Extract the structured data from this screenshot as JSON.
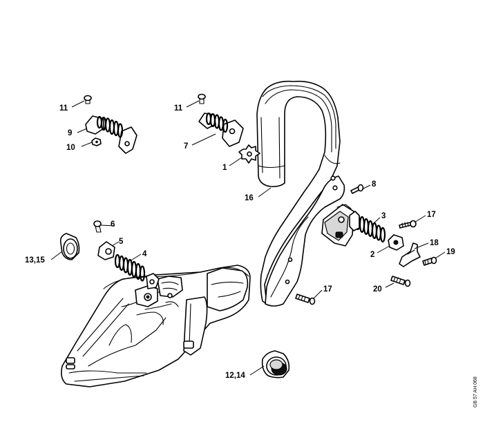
{
  "callouts": {
    "c1": "1",
    "c2": "2",
    "c3": "3",
    "c4": "4",
    "c5": "5",
    "c6": "6",
    "c7": "7",
    "c8": "8",
    "c9": "9",
    "c10": "10",
    "c11a": "11",
    "c11b": "11",
    "c1315": "13,15",
    "c1214": "12,14",
    "c16": "16",
    "c17a": "17",
    "c17b": "17",
    "c18": "18",
    "c19": "19",
    "c20": "20"
  },
  "drawing_code": "GB 57 AH 068"
}
